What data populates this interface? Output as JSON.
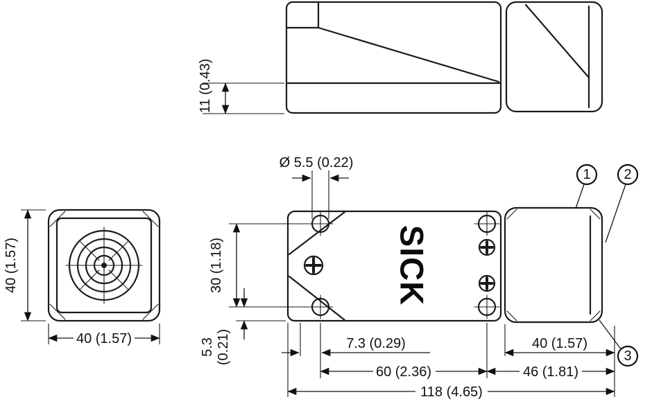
{
  "drawing": {
    "logo": "SICK",
    "side_view": {
      "flange_height": "11 (0.43)"
    },
    "front_view": {
      "height": "40 (1.57)",
      "width": "40 (1.57)"
    },
    "top_view": {
      "hole_diameter": "Ø 5.5 (0.22)",
      "hole_spacing_vertical": "30 (1.18)",
      "bottom_offset_mm": "5.3",
      "bottom_offset_in": "(0.21)",
      "hole_edge_offset": "7.3 (0.29)",
      "hole_spacing_horizontal": "60 (2.36)",
      "total_length": "118 (4.65)",
      "connector_width": "40 (1.57)",
      "connector_length": "46 (1.81)"
    },
    "callouts": {
      "one": "1",
      "two": "2",
      "three": "3"
    }
  }
}
